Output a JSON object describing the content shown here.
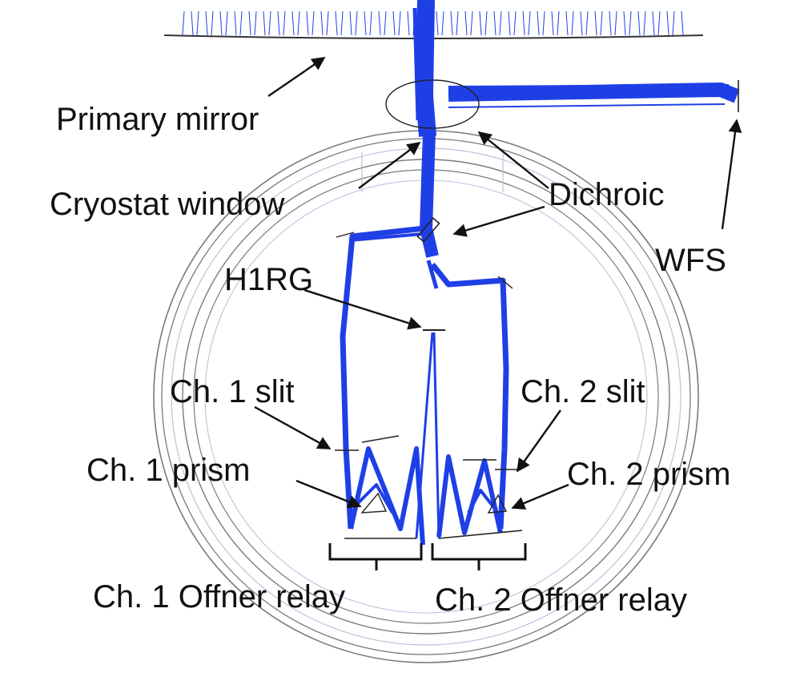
{
  "labels": {
    "primary_mirror": "Primary mirror",
    "cryostat_window": "Cryostat window",
    "dichroic": "Dichroic",
    "wfs": "WFS",
    "h1rg": "H1RG",
    "ch1_slit": "Ch. 1 slit",
    "ch2_slit": "Ch. 2 slit",
    "ch1_prism": "Ch. 1 prism",
    "ch2_prism": "Ch. 2 prism",
    "ch1_offner": "Ch. 1 Offner relay",
    "ch2_offner": "Ch. 2 Offner relay"
  },
  "colors": {
    "ray": "#1f3fe6",
    "structure": "#7a7a7a",
    "structure_light": "#b9c3dc",
    "text": "#111111",
    "arrow": "#111111"
  }
}
